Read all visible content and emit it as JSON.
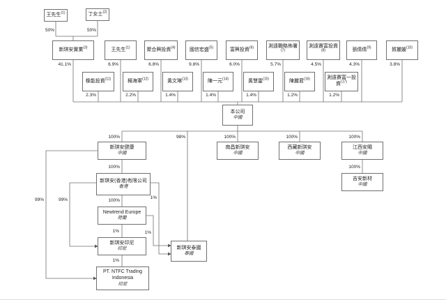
{
  "owners_top": [
    {
      "name": "王先生",
      "note": "(1)",
      "pct": "50%"
    },
    {
      "name": "丁女士",
      "note": "(2)",
      "pct": "50%"
    }
  ],
  "shareholders": [
    {
      "name": "新琪安實業",
      "note": "(3)",
      "pct": "41.1%"
    },
    {
      "name": "王先生",
      "note": "(1)",
      "pct": "6.9%"
    },
    {
      "name": "聚合興投資",
      "note": "(4)",
      "pct": "6.8%"
    },
    {
      "name": "國信宏盛",
      "note": "(5)",
      "pct": "9.8%"
    },
    {
      "name": "富興投資",
      "note": "(6)",
      "pct": "6.0%"
    },
    {
      "name": "測遠戰略佈署",
      "note": "(7)",
      "pct": "5.7%"
    },
    {
      "name": "測遠賽富投資",
      "note": "(8)",
      "pct": "4.5%"
    },
    {
      "name": "張倩倩",
      "note": "(9)",
      "pct": "4.3%"
    },
    {
      "name": "賀麗媛",
      "note": "(10)",
      "pct": "3.8%"
    }
  ],
  "shareholders2": [
    {
      "name": "橡能投資",
      "note": "(11)",
      "pct": "2.3%"
    },
    {
      "name": "楊海軍",
      "note": "(12)",
      "pct": "2.2%"
    },
    {
      "name": "黃文琳",
      "note": "(13)",
      "pct": "1.4%"
    },
    {
      "name": "陳一元",
      "note": "(14)",
      "pct": "1.4%"
    },
    {
      "name": "黃慧靈",
      "note": "(15)",
      "pct": "1.4%"
    },
    {
      "name": "陳麗君",
      "note": "(16)",
      "pct": "1.2%"
    },
    {
      "name": "測遠賽富一投資",
      "note": "(17)",
      "pct": "1.2%"
    }
  ],
  "company": {
    "name": "本公司",
    "juris": "中國"
  },
  "subs": {
    "health": {
      "name": "新琪安健康",
      "juris": "中國",
      "pct": "100%"
    },
    "thailand": {
      "name": "新琪安泰國",
      "juris": "泰國",
      "pct": "98%"
    },
    "nanchang": {
      "name": "南昌新琪安",
      "juris": "中國",
      "pct": "100%"
    },
    "xizang": {
      "name": "西藏新琪安",
      "juris": "中國",
      "pct": "100%"
    },
    "jiangxi": {
      "name": "江西安賜",
      "juris": "中國",
      "pct": "100%"
    },
    "jian": {
      "name": "吉安新材",
      "juris": "中國",
      "pct": "100%"
    },
    "hongkong": {
      "name": "新琪安(香港)有限公司",
      "juris": "香港",
      "pct": "100%"
    },
    "europe": {
      "name": "Newtrend Europe",
      "juris": "荷蘭",
      "pct": "100%"
    },
    "indonesia": {
      "name": "新琪安印尼",
      "juris": "印尼",
      "pct": "1%"
    },
    "ntfc": {
      "name": "PT. NTFC Trading Indonesia",
      "juris": "印尼",
      "pct": "1%"
    }
  },
  "links": {
    "health_ntfc": "99%",
    "hk_indonesia": "99%",
    "hk_thailand": "1%",
    "eu_thailand": "1%"
  }
}
